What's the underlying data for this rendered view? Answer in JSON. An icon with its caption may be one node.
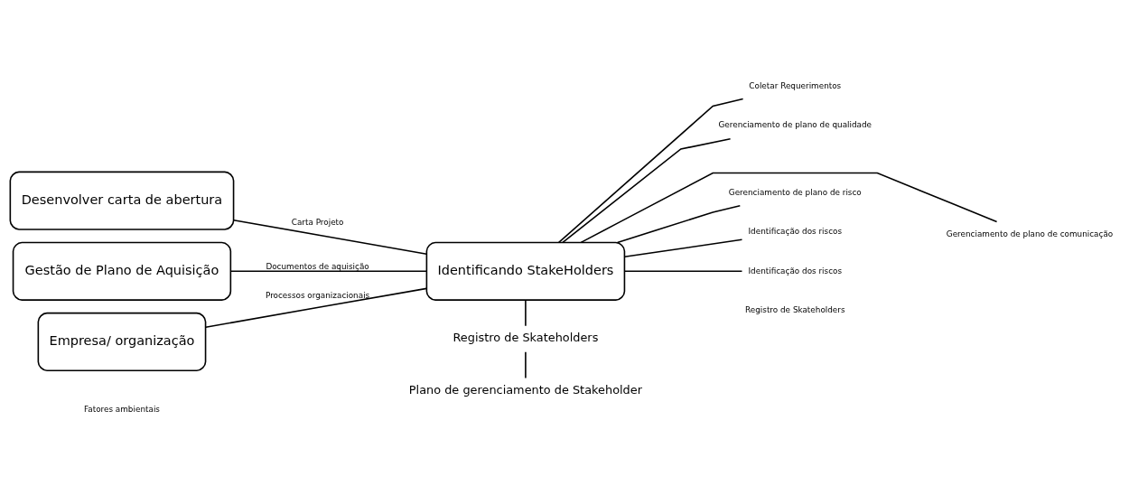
{
  "diagram": {
    "nodes": [
      {
        "text": [
          "Desenvolver carta de abertura"
        ]
      },
      {
        "text": [
          "Gestão de Plano de Aquisição"
        ]
      },
      {
        "text": [
          "Empresa/ organização"
        ]
      },
      {
        "text": [
          "Identificando StakeHolders"
        ]
      },
      {
        "text": [
          "Registro de Skateholders"
        ]
      },
      {
        "text": [
          "Plano de gerenciamento de Stakeholder"
        ]
      },
      {
        "text": [
          "Coletar Requerimentos"
        ]
      },
      {
        "text": [
          "Gerenciamento de plano de qualidade"
        ]
      },
      {
        "text": [
          "Gerenciamento de plano de comunicação"
        ]
      },
      {
        "text": [
          "Gerenciamento de plano de risco"
        ]
      },
      {
        "text": [
          "Identificação dos riscos"
        ]
      },
      {
        "text": [
          "Identificação dos riscos"
        ]
      }
    ],
    "edges": [
      {
        "from": 0,
        "to": 3,
        "arrow": "none",
        "label": "Carta Projeto"
      },
      {
        "from": 1,
        "to": 3,
        "arrow": "none",
        "label": "Documentos de aquisição"
      },
      {
        "from": 2,
        "to": 3,
        "arrow": "none",
        "label": "Processos organizacionais"
      },
      {
        "from": 3,
        "to": 4,
        "arrow": "none"
      },
      {
        "from": 4,
        "to": 5,
        "arrow": "none"
      },
      {
        "from": 3,
        "to": 6,
        "arrow": "none"
      },
      {
        "from": 3,
        "to": 7,
        "arrow": "none"
      },
      {
        "from": 3,
        "to": 8,
        "arrow": "none"
      },
      {
        "from": 3,
        "to": 9,
        "arrow": "none"
      },
      {
        "from": 3,
        "to": 10,
        "arrow": "none"
      },
      {
        "from": 3,
        "to": 11,
        "arrow": "none"
      }
    ],
    "labels": [
      "Fatores ambientais",
      "Registro de Skateholders"
    ]
  }
}
